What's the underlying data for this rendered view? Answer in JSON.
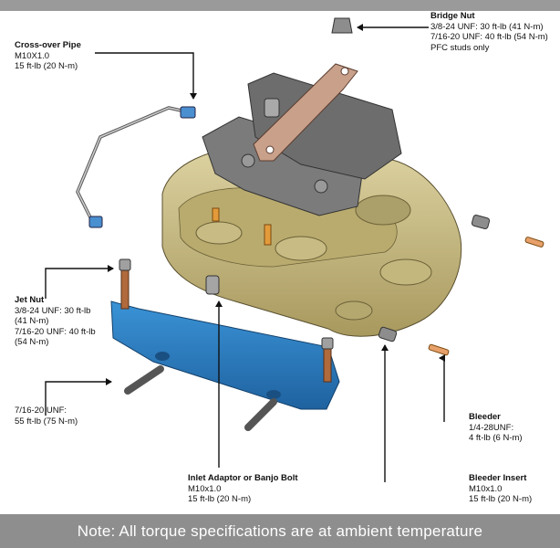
{
  "colors": {
    "caliper": "#cbbf8a",
    "bracket": "#2f7fc0",
    "bridge": "#c9a08a",
    "pad": "#7c7c7c",
    "banner": "#8e8e8e"
  },
  "labels": {
    "bridge_nut": {
      "title": "Bridge Nut",
      "lines": [
        "3/8-24 UNF: 30 ft-lb (41 N-m)",
        "7/16-20 UNF: 40 ft-lb (54 N-m)",
        "PFC studs only"
      ]
    },
    "cross_over_pipe": {
      "title": "Cross-over Pipe",
      "lines": [
        "M10X1.0",
        "15 ft-lb (20 N-m)"
      ]
    },
    "jet_nut": {
      "title": "Jet Nut",
      "lines": [
        "3/8-24 UNF: 30 ft-lb",
        "(41 N-m)",
        "7/16-20 UNF: 40 ft-lb",
        "(54 N-m)"
      ]
    },
    "mount_bolt": {
      "title": "",
      "lines": [
        "7/16-20 UNF:",
        "55 ft-lb (75 N-m)"
      ]
    },
    "bleeder": {
      "title": "Bleeder",
      "lines": [
        "1/4-28UNF:",
        "4 ft-lb (6 N-m)"
      ]
    },
    "inlet_adaptor": {
      "title": "Inlet Adaptor or Banjo Bolt",
      "lines": [
        "M10x1.0",
        "15 ft-lb (20 N-m)"
      ]
    },
    "bleeder_insert": {
      "title": "Bleeder Insert",
      "lines": [
        "M10x1.0",
        "15 ft-lb (20 N-m)"
      ]
    }
  },
  "footer": {
    "note": "Note: All torque specifications are at ambient temperature"
  }
}
